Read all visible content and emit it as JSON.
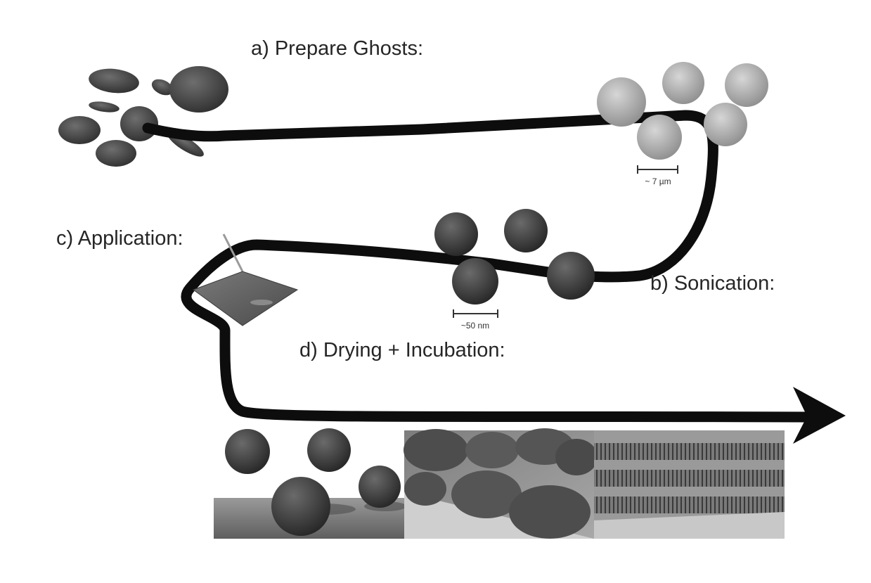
{
  "steps": {
    "a": "a) Prepare Ghosts:",
    "b": "b) Sonication:",
    "c": "c) Application:",
    "d": "d) Drying + Incubation:"
  },
  "scale_bars": {
    "ghost": "~ 7 µm",
    "vesicle": "~50 nm"
  },
  "colors": {
    "path": "#0d0d0d",
    "red_cell": "#4a4a4a",
    "ghost_cell": "#b3b3b3",
    "vesicle": "#3e3e3e"
  }
}
